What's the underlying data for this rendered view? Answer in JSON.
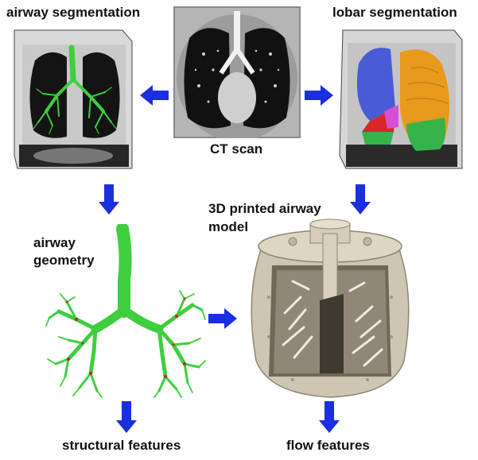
{
  "labels": {
    "ct_scan": "CT scan",
    "airway_segmentation": "airway segmentation",
    "lobar_segmentation": "lobar segmentation",
    "airway_geometry_line1": "airway",
    "airway_geometry_line2": "geometry",
    "printed_model_line1": "3D printed airway",
    "printed_model_line2": "model",
    "structural_features": "structural features",
    "flow_features": "flow features"
  },
  "colors": {
    "arrow": "#1a2fe0",
    "airway_green": "#3ecf3e",
    "lobe_blue": "#4a5bd6",
    "lobe_orange": "#e89a1c",
    "lobe_green": "#36b34a",
    "lobe_red": "#d8262b",
    "lobe_pink": "#d94fd1",
    "model_beige": "#cdc6b2"
  }
}
